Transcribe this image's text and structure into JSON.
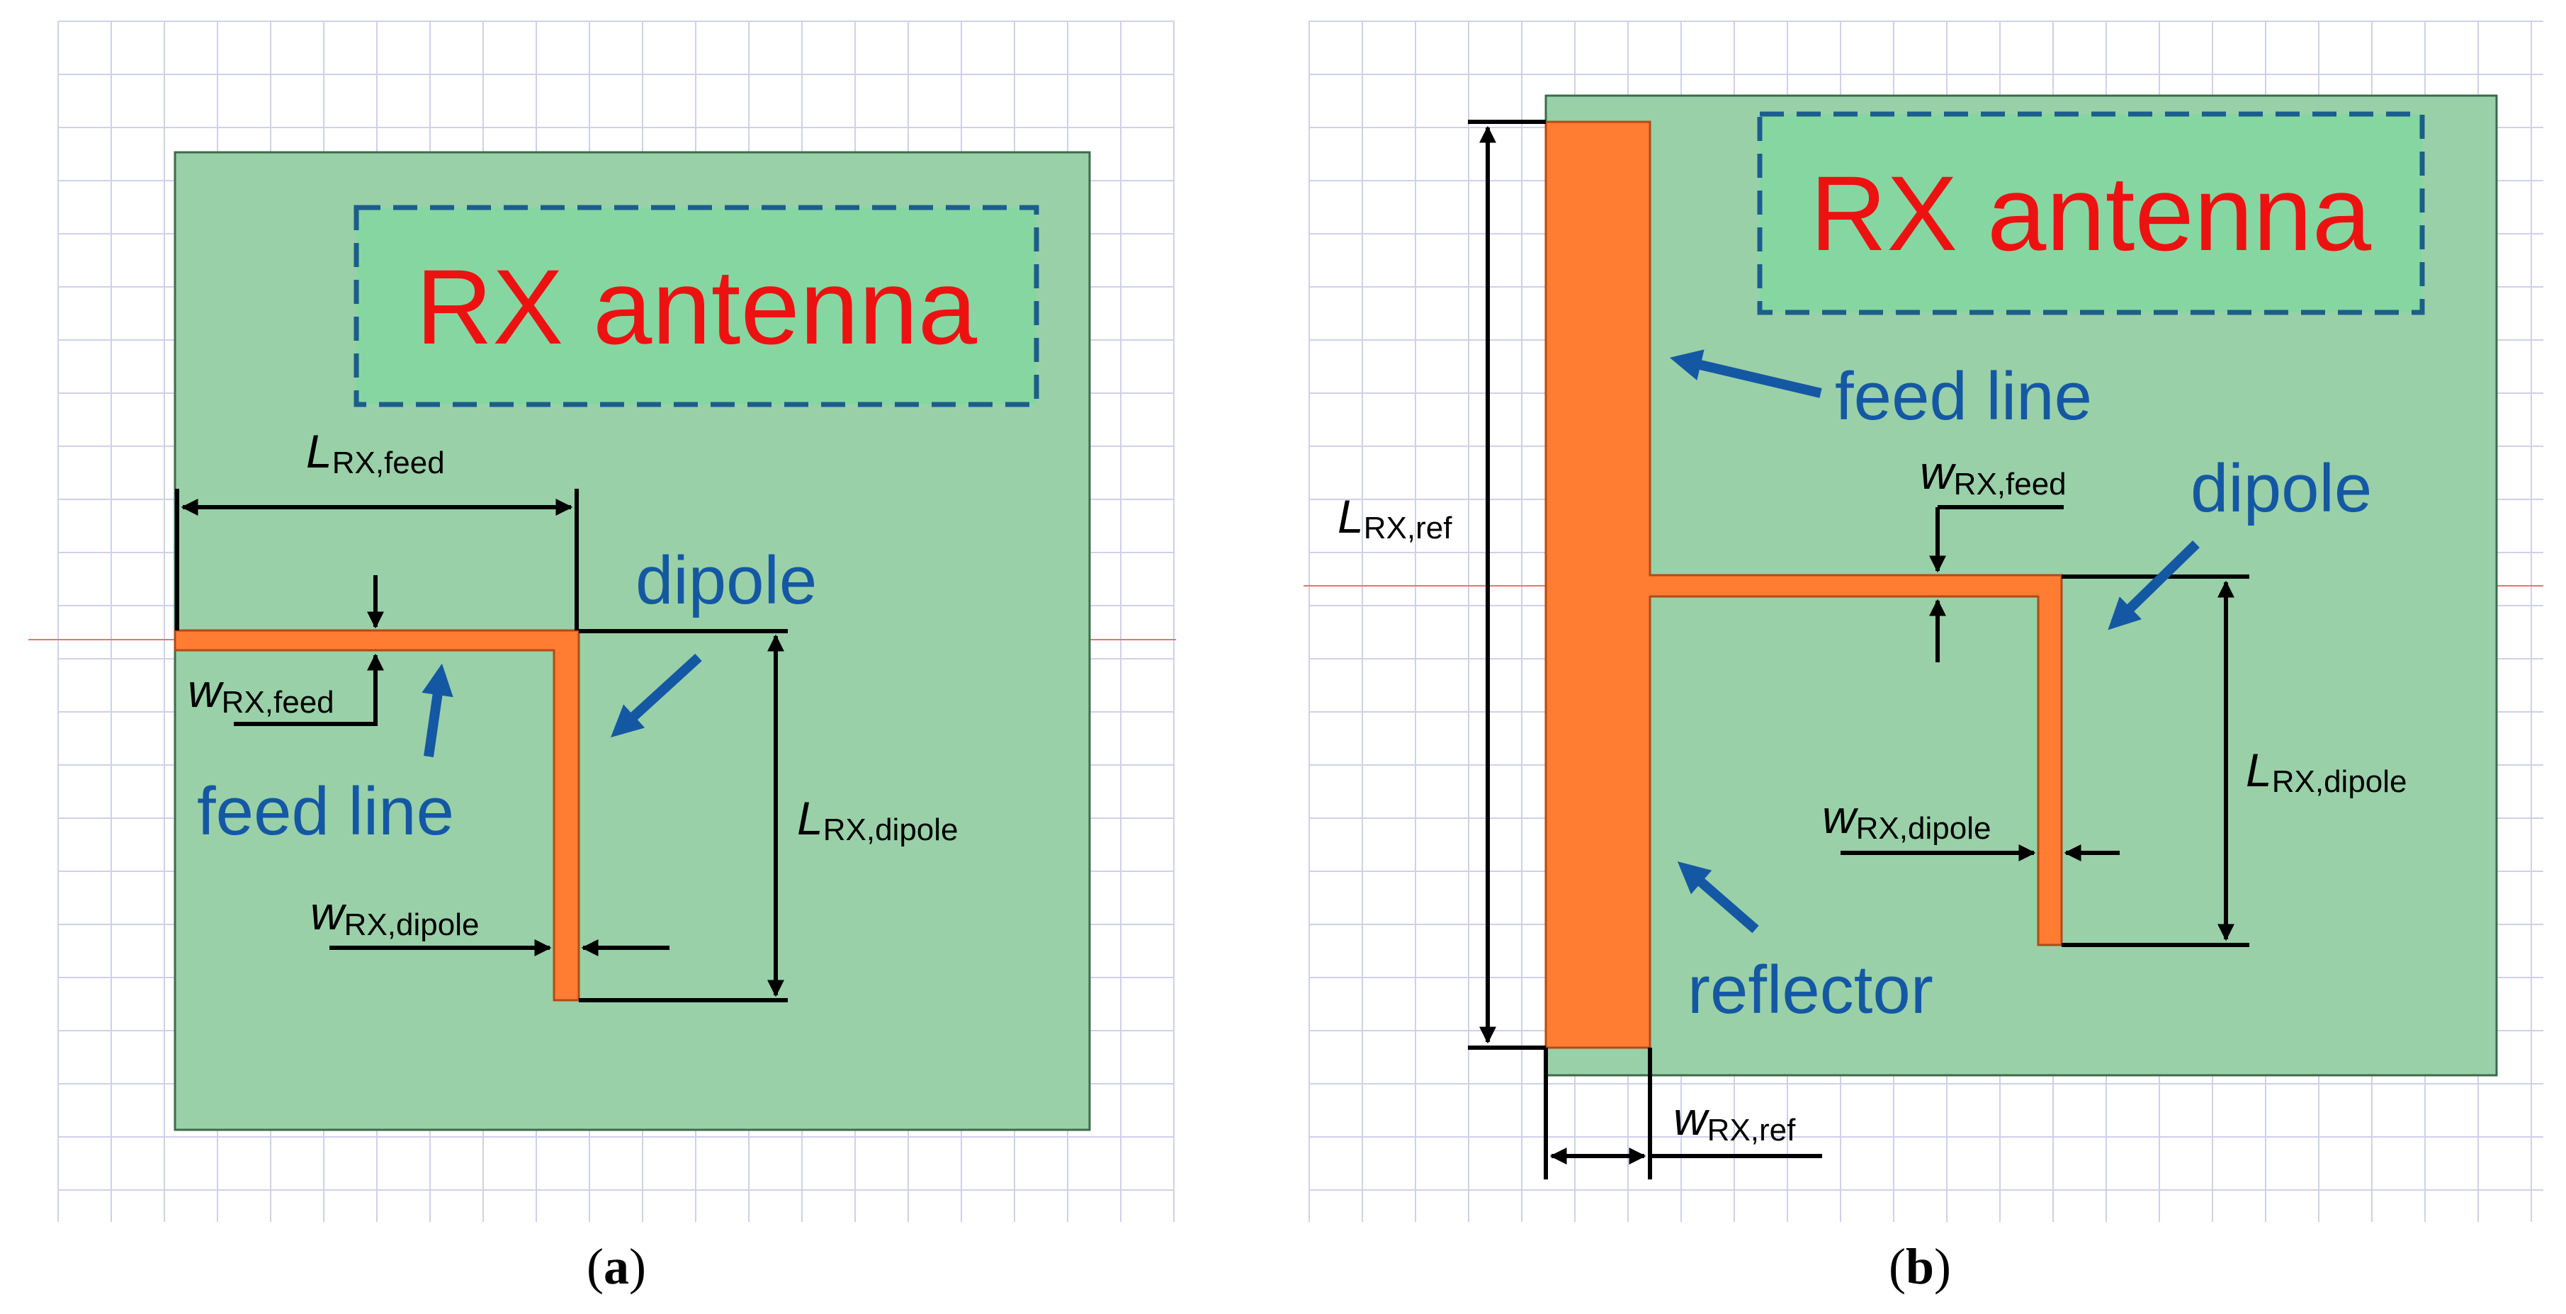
{
  "panel_a": {
    "title": "RX antenna",
    "labels": {
      "feed_line": "feed line",
      "dipole": "dipole"
    },
    "dims": {
      "l_feed": {
        "main": "L",
        "sub": "RX,feed"
      },
      "w_feed": {
        "main": "w",
        "sub": "RX,feed"
      },
      "l_dipole": {
        "main": "L",
        "sub": "RX,dipole"
      },
      "w_dipole": {
        "main": "w",
        "sub": "RX,dipole"
      }
    },
    "caption": {
      "open": "(",
      "letter": "a",
      "close": ")"
    }
  },
  "panel_b": {
    "title": "RX antenna",
    "labels": {
      "feed_line": "feed line",
      "dipole": "dipole",
      "reflector": "reflector"
    },
    "dims": {
      "l_ref": {
        "main": "L",
        "sub": "RX,ref"
      },
      "w_feed": {
        "main": "w",
        "sub": "RX,feed"
      },
      "l_dipole": {
        "main": "L",
        "sub": "RX,dipole"
      },
      "w_dipole": {
        "main": "w",
        "sub": "RX,dipole"
      },
      "w_ref": {
        "main": "w",
        "sub": "RX,ref"
      }
    },
    "caption": {
      "open": "(",
      "letter": "b",
      "close": ")"
    }
  },
  "colors": {
    "substrate": "#99d0a8",
    "metal": "#ff7c33",
    "title": "#ee1111",
    "annotation": "#1458a4",
    "grid": "#cfd0ea"
  }
}
